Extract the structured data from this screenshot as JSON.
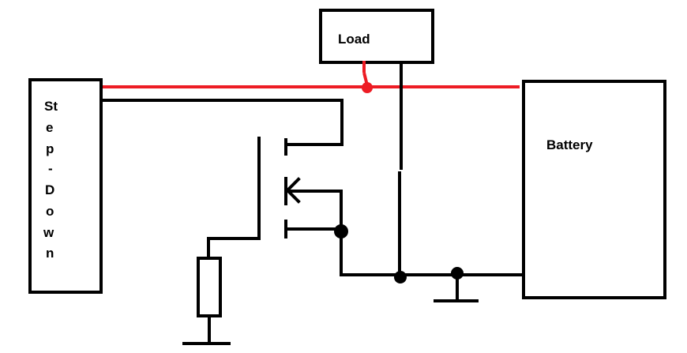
{
  "labels": {
    "load": "Load",
    "battery": "Battery",
    "stepdown": [
      "St",
      "e",
      "p",
      "-",
      "D",
      "o",
      "w",
      "n"
    ]
  },
  "colors": {
    "positive_wire": "#ed1c24",
    "wire": "#000000"
  }
}
